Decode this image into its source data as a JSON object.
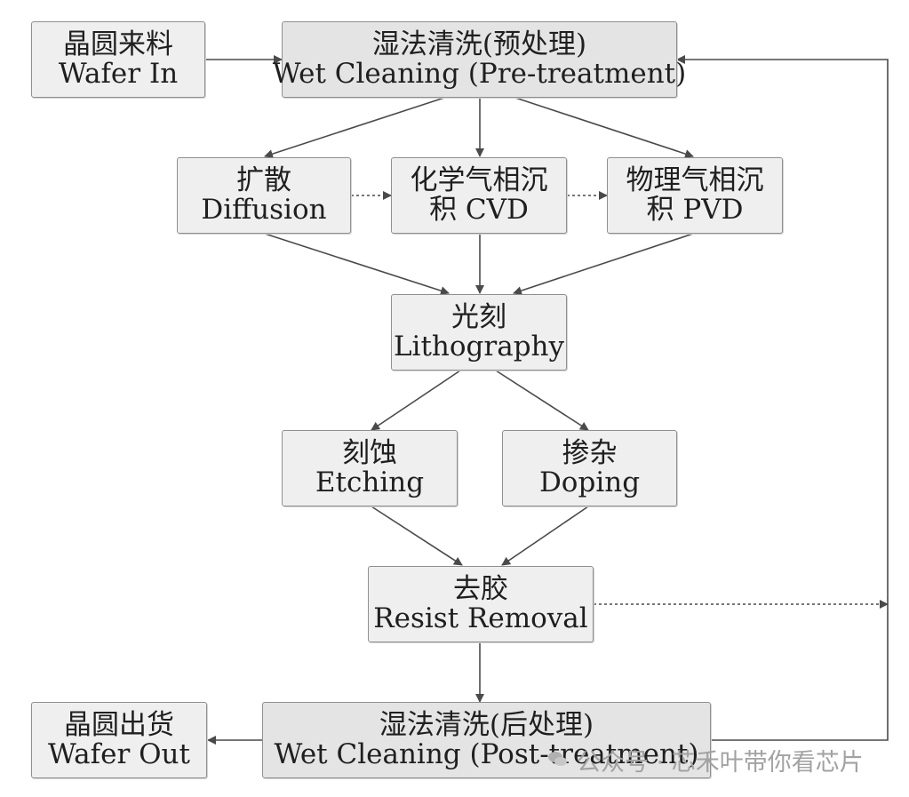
{
  "boxes": {
    "wafer_in": {
      "cn": "晶圆来料",
      "en": "Wafer In"
    },
    "wet_pre": {
      "cn": "湿法清洗(预处理)",
      "en": "Wet Cleaning (Pre-treatment)"
    },
    "diffusion": {
      "cn": "扩散",
      "en": "Diffusion"
    },
    "cvd": {
      "cn": "化学气相沉",
      "en": "积 CVD"
    },
    "pvd": {
      "cn": "物理气相沉",
      "en": "积 PVD"
    },
    "lithography": {
      "cn": "光刻",
      "en": "Lithography"
    },
    "etching": {
      "cn": "刻蚀",
      "en": "Etching"
    },
    "doping": {
      "cn": "掺杂",
      "en": "Doping"
    },
    "resist_removal": {
      "cn": "去胶",
      "en": "Resist Removal"
    },
    "wet_post": {
      "cn": "湿法清洗(后处理)",
      "en": "Wet Cleaning (Post-treatment)"
    },
    "wafer_out": {
      "cn": "晶圆出货",
      "en": "Wafer Out"
    }
  },
  "watermark": {
    "icon": "wechat-icon",
    "text": "公众号 · 芯禾叶带你看芯片"
  },
  "colors": {
    "box_fill": "#efefef",
    "box_border": "#8f8f8f",
    "arrow": "#4a4a4a",
    "watermark": "#a2a2a2"
  }
}
